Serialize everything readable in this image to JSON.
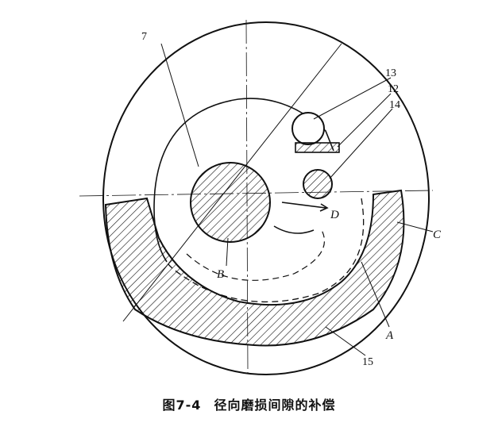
{
  "figure": {
    "number": "图7-4",
    "caption": "径向磨损间隙的补偿"
  },
  "labels": {
    "l7": "7",
    "l13": "13",
    "l12": "12",
    "l14": "14",
    "lD": "D",
    "lC": "C",
    "lB": "B",
    "lA": "A",
    "l15": "15"
  },
  "colors": {
    "ink": "#111111",
    "paper": "#ffffff"
  }
}
